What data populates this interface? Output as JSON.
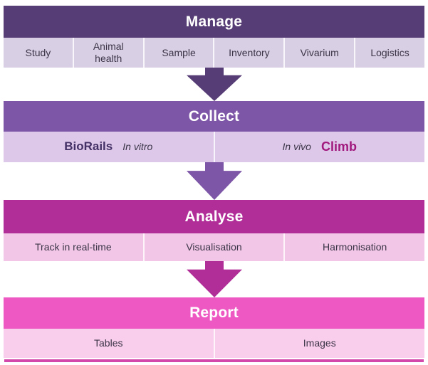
{
  "colors": {
    "manage_header": "#573d76",
    "manage_sub": "#d9cfe4",
    "collect_header": "#7d56a8",
    "collect_sub": "#ddc8ea",
    "analyse_header": "#b12e98",
    "analyse_sub": "#f2c6e7",
    "report_header": "#ee58c3",
    "report_sub": "#f9cdec",
    "bottom_line": "#d348ab",
    "header_text": "#ffffff",
    "text_dark": "#3b3547",
    "biorails_text": "#433064",
    "climb_text": "#a1197d"
  },
  "stages": {
    "manage": {
      "title": "Manage",
      "items": [
        "Study",
        "Animal health",
        "Sample",
        "Inventory",
        "Vivarium",
        "Logistics"
      ]
    },
    "collect": {
      "title": "Collect",
      "left": {
        "brand": "BioRails",
        "mode": "In vitro"
      },
      "right": {
        "mode": "In vivo",
        "brand": "Climb"
      }
    },
    "analyse": {
      "title": "Analyse",
      "items": [
        "Track in real-time",
        "Visualisation",
        "Harmonisation"
      ]
    },
    "report": {
      "title": "Report",
      "items": [
        "Tables",
        "Images"
      ]
    }
  }
}
